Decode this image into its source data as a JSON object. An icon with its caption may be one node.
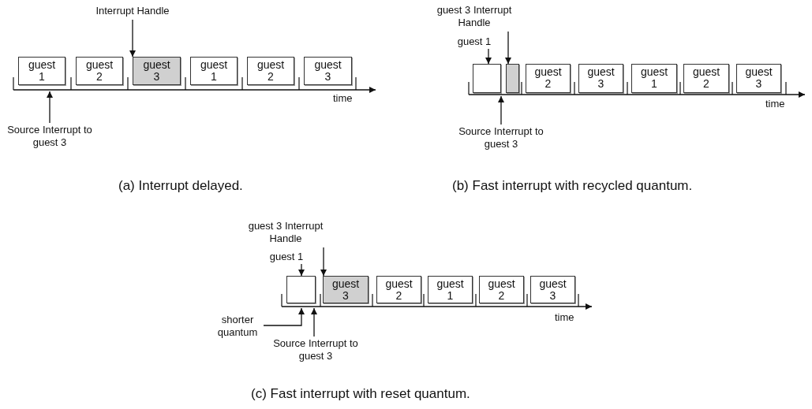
{
  "diagram": {
    "nodes": [
      {
        "text": [
          "Interrupt Handle"
        ]
      },
      {
        "text": [
          "guest 1"
        ]
      },
      {
        "text": [
          "guest 2"
        ]
      },
      {
        "text": [
          "guest 3"
        ]
      },
      {
        "text": [
          "guest 1"
        ]
      },
      {
        "text": [
          "guest 2"
        ]
      },
      {
        "text": [
          "guest 3"
        ]
      },
      {
        "text": [
          "Source Interrupt to guest 3"
        ]
      },
      {
        "text": [
          "guest 3 Interrupt Handle"
        ]
      },
      {
        "text": [
          "guest 1"
        ]
      },
      {
        "text": [],
        "shape": "box"
      },
      {
        "text": [],
        "shape": "box"
      },
      {
        "text": [
          "guest 2"
        ]
      },
      {
        "text": [
          "guest 3"
        ]
      },
      {
        "text": [
          "guest 1"
        ]
      },
      {
        "text": [
          "guest 2"
        ]
      },
      {
        "text": [
          "guest 3"
        ]
      },
      {
        "text": [
          "Source Interrupt to guest 3"
        ]
      },
      {
        "text": [
          "guest 3 Interrupt Handle"
        ]
      },
      {
        "text": [
          "guest 1"
        ]
      },
      {
        "text": [],
        "shape": "box"
      },
      {
        "text": [
          "guest 3"
        ]
      },
      {
        "text": [
          "guest 2"
        ]
      },
      {
        "text": [
          "guest 1"
        ]
      },
      {
        "text": [
          "guest 2"
        ]
      },
      {
        "text": [
          "guest 3"
        ]
      },
      {
        "text": [
          "shorter quantum"
        ]
      },
      {
        "text": [
          "Source Interrupt to guest 3"
        ]
      },
      {
        "text": [],
        "shape": "line"
      },
      {
        "text": [],
        "shape": "line"
      },
      {
        "text": [],
        "shape": "line"
      }
    ],
    "edges": [
      {
        "from": 0,
        "to": 3,
        "arrow": "to"
      },
      {
        "from": 7,
        "to": 28,
        "arrow": "to"
      },
      {
        "from": 8,
        "to": 11,
        "arrow": "to"
      },
      {
        "from": 9,
        "to": 10,
        "arrow": "to"
      },
      {
        "from": 17,
        "to": 29,
        "arrow": "to"
      },
      {
        "from": 18,
        "to": 21,
        "arrow": "to"
      },
      {
        "from": 19,
        "to": 20,
        "arrow": "to"
      },
      {
        "from": 26,
        "to": 30,
        "arrow": "to"
      },
      {
        "from": 27,
        "to": 30,
        "arrow": "to"
      }
    ],
    "labels": [
      "time",
      "(a) Interrupt delayed.",
      "time",
      "(b) Fast interrupt with recycled quantum.",
      "time",
      "(c) Fast interrupt with reset quantum."
    ]
  }
}
